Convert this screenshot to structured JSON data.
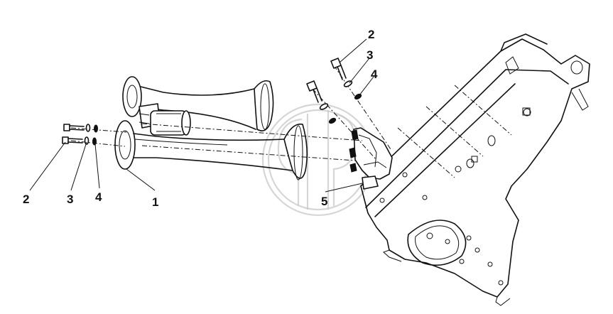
{
  "callouts": [
    {
      "id": "c-2-left",
      "label": "2"
    },
    {
      "id": "c-3-left",
      "label": "3"
    },
    {
      "id": "c-4-left",
      "label": "4"
    },
    {
      "id": "c-1",
      "label": "1"
    },
    {
      "id": "c-5",
      "label": "5"
    },
    {
      "id": "c-2-top",
      "label": "2"
    },
    {
      "id": "c-3-top",
      "label": "3"
    },
    {
      "id": "c-4-top",
      "label": "4"
    }
  ],
  "colors": {
    "line": "#111111",
    "background": "#ffffff",
    "watermark": "#c8c8c8"
  }
}
